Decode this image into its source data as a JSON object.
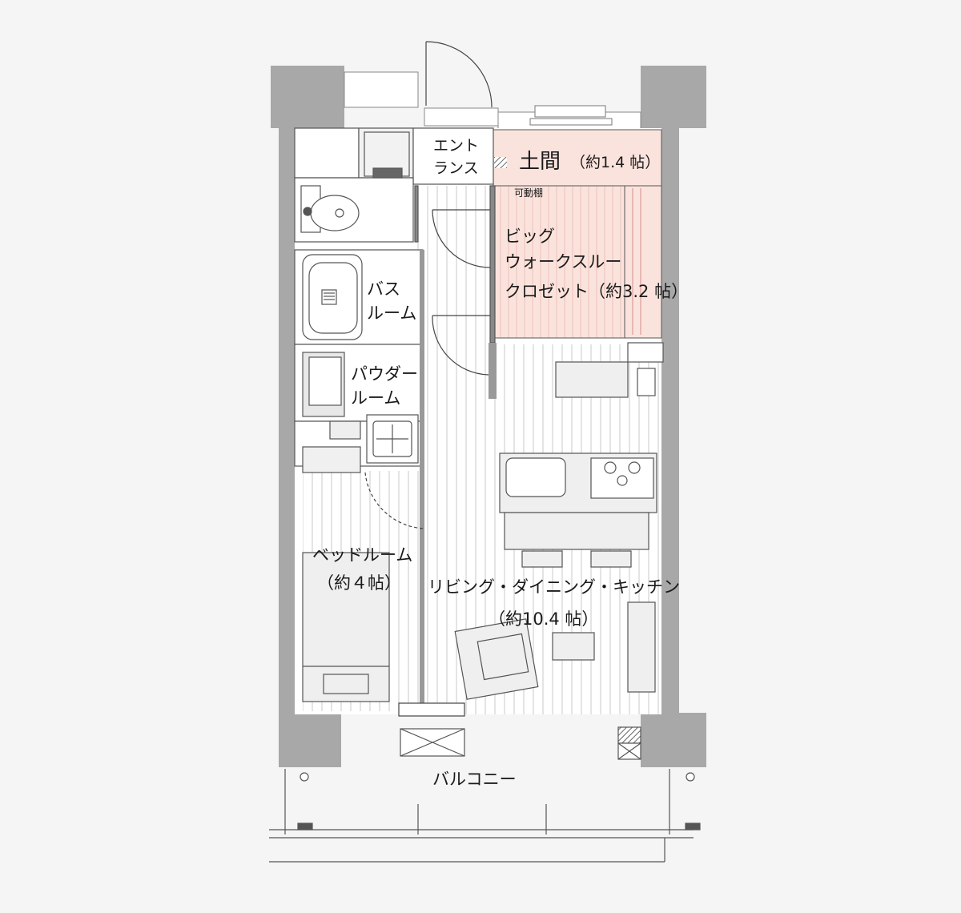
{
  "floor_plan": {
    "rooms": {
      "entrance": {
        "line1": "エント",
        "line2": "ランス"
      },
      "doma": {
        "name": "土間",
        "area": "（約1.4 帖）"
      },
      "movable_shelf": "可動棚",
      "closet": {
        "line1": "ビッグ",
        "line2": "ウォークスルー",
        "line3": "クロゼット（約3.2 帖）"
      },
      "bath": {
        "line1": "バス",
        "line2": "ルーム"
      },
      "powder": {
        "line1": "パウダー",
        "line2": "ルーム"
      },
      "bedroom": {
        "line1": "ベッドルーム",
        "line2": "（約４帖）"
      },
      "ldk": {
        "line1": "リビング・ダイニング・キッチン",
        "line2": "（約10.4 帖）"
      },
      "balcony": "バルコニー"
    },
    "colors": {
      "wall": "#a8a8a8",
      "floor": "#ffffff",
      "closet_fill": "#fbe3dd",
      "fixture": "#efefef",
      "background": "#f5f5f5"
    }
  }
}
